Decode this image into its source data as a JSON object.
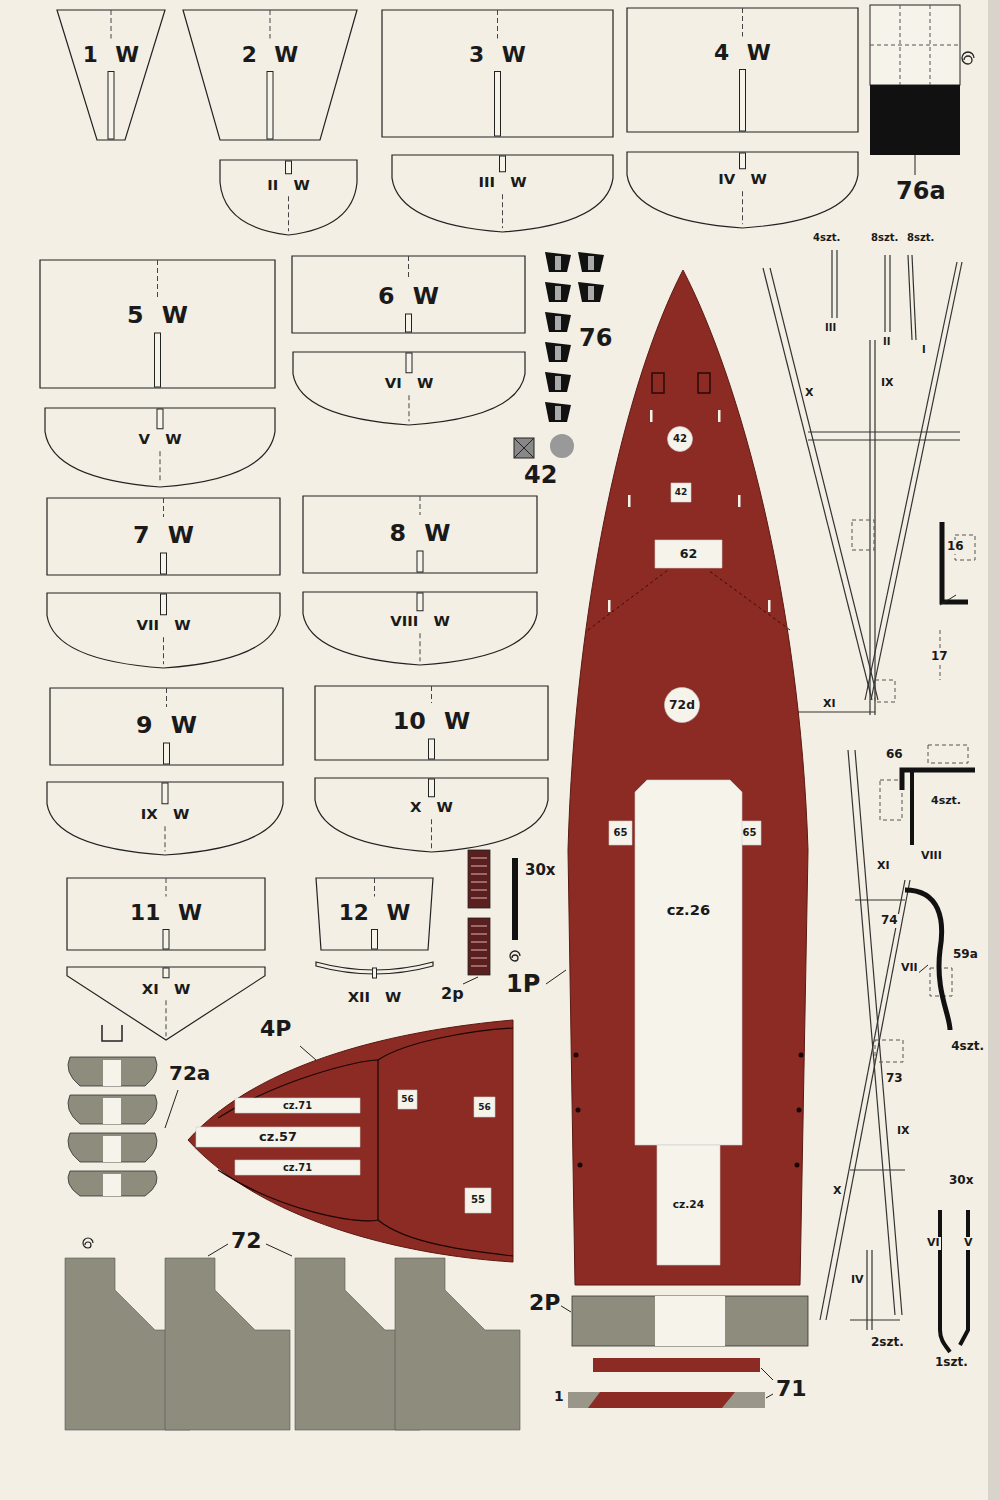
{
  "diagram": {
    "nodes": [
      {
        "text": [
          "1 W"
        ]
      },
      {
        "text": [
          "2 W"
        ]
      },
      {
        "text": [
          "3 W"
        ]
      },
      {
        "text": [
          "4 W"
        ]
      },
      {
        "text": [
          "II W"
        ]
      },
      {
        "text": [
          "III W"
        ]
      },
      {
        "text": [
          "IV W"
        ]
      },
      {
        "text": [
          "5 W"
        ]
      },
      {
        "text": [
          "6 W"
        ]
      },
      {
        "text": [
          "VI W"
        ]
      },
      {
        "text": [
          "V W"
        ]
      },
      {
        "text": [
          "7 W"
        ]
      },
      {
        "text": [
          "8 W"
        ]
      },
      {
        "text": [
          "VII W"
        ]
      },
      {
        "text": [
          "VIII W"
        ]
      },
      {
        "text": [
          "9 W"
        ]
      },
      {
        "text": [
          "10 W"
        ]
      },
      {
        "text": [
          "IX W"
        ]
      },
      {
        "text": [
          "X W"
        ]
      },
      {
        "text": [
          "11 W"
        ]
      },
      {
        "text": [
          "12 W"
        ]
      },
      {
        "text": [
          "XI W"
        ]
      },
      {
        "text": [
          "XII W"
        ]
      },
      {
        "text": [
          "1P"
        ]
      },
      {
        "text": [
          "42"
        ],
        "in": 23
      },
      {
        "text": [
          "42"
        ],
        "in": 23
      },
      {
        "text": [
          "62"
        ],
        "in": 23
      },
      {
        "text": [
          "72d"
        ],
        "in": 23
      },
      {
        "text": [
          "65"
        ],
        "in": 23
      },
      {
        "text": [
          "65"
        ],
        "in": 23
      },
      {
        "text": [
          "cz.26"
        ],
        "in": 23
      },
      {
        "text": [
          "cz.24"
        ],
        "in": 23
      },
      {
        "text": [
          "4P"
        ]
      },
      {
        "text": [
          "cz.71"
        ],
        "in": 32
      },
      {
        "text": [
          "cz.57"
        ],
        "in": 32
      },
      {
        "text": [
          "cz.71"
        ],
        "in": 32
      },
      {
        "text": [
          "56"
        ],
        "in": 32
      },
      {
        "text": [
          "56"
        ],
        "in": 32
      },
      {
        "text": [
          "55"
        ],
        "in": 32
      }
    ],
    "labels": [
      "76a",
      "76",
      "42",
      "30x",
      "2p",
      "72a",
      "72",
      "2P",
      "71",
      "1",
      "4szt.",
      "8szt.",
      "8szt.",
      "III",
      "II",
      "I",
      "X",
      "IX",
      "16",
      "17",
      "XI",
      "66",
      "4szt.",
      "VIII",
      "XI",
      "74",
      "VII",
      "59a",
      "4szt.",
      "73",
      "IX",
      "X",
      "30x",
      "VI",
      "V",
      "IV",
      "2szt.",
      "1szt."
    ]
  }
}
